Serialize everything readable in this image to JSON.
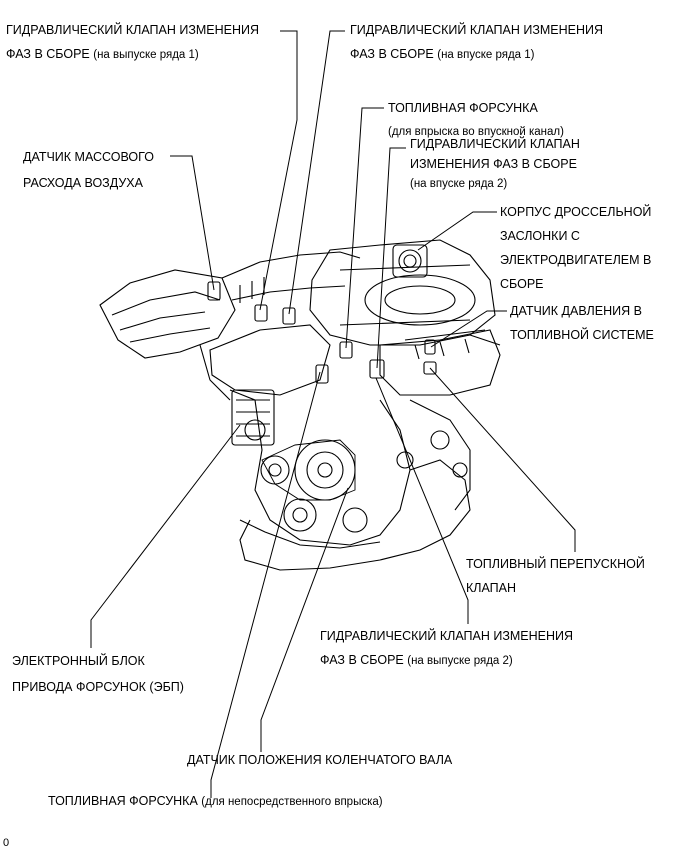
{
  "callouts": [
    {
      "id": "vvt-exhaust-b1",
      "l1": "ГИДРАВЛИЧЕСКИЙ КЛАПАН ИЗМЕНЕНИЯ",
      "l2a": "ФАЗ В СБОРЕ",
      "l2b": "(на выпуске ряда 1)"
    },
    {
      "id": "vvt-intake-b1",
      "l1": "ГИДРАВЛИЧЕСКИЙ КЛАПАН ИЗМЕНЕНИЯ",
      "l2a": "ФАЗ В СБОРЕ",
      "l2b": "(на впуске ряда 1)"
    },
    {
      "id": "injector-port",
      "l1": "ТОПЛИВНАЯ ФОРСУНКА",
      "l2": "(для впрыска во впускной канал)"
    },
    {
      "id": "vvt-intake-b2",
      "l1": "ГИДРАВЛИЧЕСКИЙ КЛАПАН",
      "l2": "ИЗМЕНЕНИЯ ФАЗ В СБОРЕ",
      "l3": "(на впуске ряда 2)"
    },
    {
      "id": "maf-sensor",
      "l1": "ДАТЧИК МАССОВОГО",
      "l2": "РАСХОДА ВОЗДУХА"
    },
    {
      "id": "throttle-body",
      "l1": "КОРПУС ДРОССЕЛЬНОЙ",
      "l2": "ЗАСЛОНКИ С",
      "l3": "ЭЛЕКТРОДВИГАТЕЛЕМ В",
      "l4": "СБОРЕ"
    },
    {
      "id": "fuel-pressure-sensor",
      "l1": "ДАТЧИК ДАВЛЕНИЯ В",
      "l2": "ТОПЛИВНОЙ СИСТЕМЕ"
    },
    {
      "id": "fuel-bypass-valve",
      "l1": "ТОПЛИВНЫЙ ПЕРЕПУСКНОЙ",
      "l2": "КЛАПАН"
    },
    {
      "id": "vvt-exhaust-b2",
      "l1": "ГИДРАВЛИЧЕСКИЙ КЛАПАН ИЗМЕНЕНИЯ",
      "l2a": "ФАЗ В СБОРЕ",
      "l2b": "(на выпуске ряда 2)"
    },
    {
      "id": "edu",
      "l1": "ЭЛЕКТРОННЫЙ БЛОК",
      "l2": "ПРИВОДА ФОРСУНОК (ЭБП)"
    },
    {
      "id": "ckp-sensor",
      "l1": "ДАТЧИК ПОЛОЖЕНИЯ КОЛЕНЧАТОГО ВАЛА"
    },
    {
      "id": "injector-direct",
      "l1a": "ТОПЛИВНАЯ ФОРСУНКА",
      "l1b": "(для непосредственного впрыска)"
    }
  ],
  "figure_code": "0"
}
